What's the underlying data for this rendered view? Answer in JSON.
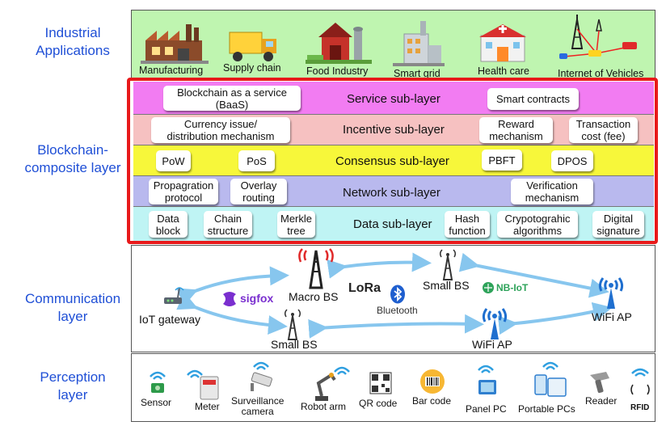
{
  "side_labels": {
    "industrial": "Industrial\nApplications",
    "blockchain": "Blockchain-\ncomposite layer",
    "communication": "Communication\nlayer",
    "perception": "Perception\nlayer"
  },
  "applications": [
    {
      "label": "Manufacturing",
      "icon": "factory-icon"
    },
    {
      "label": "Supply chain",
      "icon": "truck-icon"
    },
    {
      "label": "Food Industry",
      "icon": "barn-icon"
    },
    {
      "label": "Smart grid",
      "icon": "power-plant-icon"
    },
    {
      "label": "Health care",
      "icon": "hospital-icon"
    },
    {
      "label": "Internet of Vehicles",
      "icon": "vehicle-network-icon"
    }
  ],
  "sublayers": {
    "service": {
      "title": "Service sub-layer",
      "items": [
        "Blockchain as a service\n(BaaS)",
        "Smart contracts"
      ],
      "color": "#f27cf2"
    },
    "incentive": {
      "title": "Incentive sub-layer",
      "items": [
        "Currency issue/\ndistribution mechanism",
        "Reward\nmechanism",
        "Transaction\ncost (fee)"
      ],
      "color": "#f6c1c1"
    },
    "consensus": {
      "title": "Consensus sub-layer",
      "items": [
        "PoW",
        "PoS",
        "PBFT",
        "DPOS"
      ],
      "color": "#f7f73a"
    },
    "network": {
      "title": "Network sub-layer",
      "items": [
        "Propagration\nprotocol",
        "Overlay\nrouting",
        "Verification\nmechanism"
      ],
      "color": "#b9b9ee"
    },
    "data": {
      "title": "Data sub-layer",
      "items": [
        "Data\nblock",
        "Chain\nstructure",
        "Merkle\ntree",
        "Hash\nfunction",
        "Crypotograhic\nalgorithms",
        "Digital\nsignature"
      ],
      "color": "#bff4f4"
    }
  },
  "communication": {
    "iot_gateway": "IoT gateway",
    "sigfox": "sigfox",
    "macro_bs": "Macro BS",
    "lora": "LoRa",
    "bluetooth": "Bluetooth",
    "small_bs_top": "Small BS",
    "nb_iot": "NB-IoT",
    "wifi_ap_right": "WiFi AP",
    "small_bs_bottom": "Small BS",
    "wifi_ap_bottom": "WiFi AP"
  },
  "perception": [
    {
      "label": "Sensor",
      "icon": "sensor-icon"
    },
    {
      "label": "Meter",
      "icon": "meter-icon"
    },
    {
      "label": "Surveillance\ncamera",
      "icon": "camera-icon"
    },
    {
      "label": "Robot arm",
      "icon": "robot-arm-icon"
    },
    {
      "label": "QR code",
      "icon": "qr-code-icon"
    },
    {
      "label": "Bar code",
      "icon": "barcode-icon"
    },
    {
      "label": "Panel PC",
      "icon": "panel-pc-icon"
    },
    {
      "label": "Portable PCs",
      "icon": "portable-pc-icon"
    },
    {
      "label": "Reader",
      "icon": "reader-icon"
    },
    {
      "label": "RFID",
      "icon": "rfid-icon"
    }
  ],
  "colors": {
    "side_text": "#1f4fd6",
    "industrial_bg": "#bff5b0",
    "highlight_border": "#e8191a",
    "arrow": "#87c6ee"
  }
}
